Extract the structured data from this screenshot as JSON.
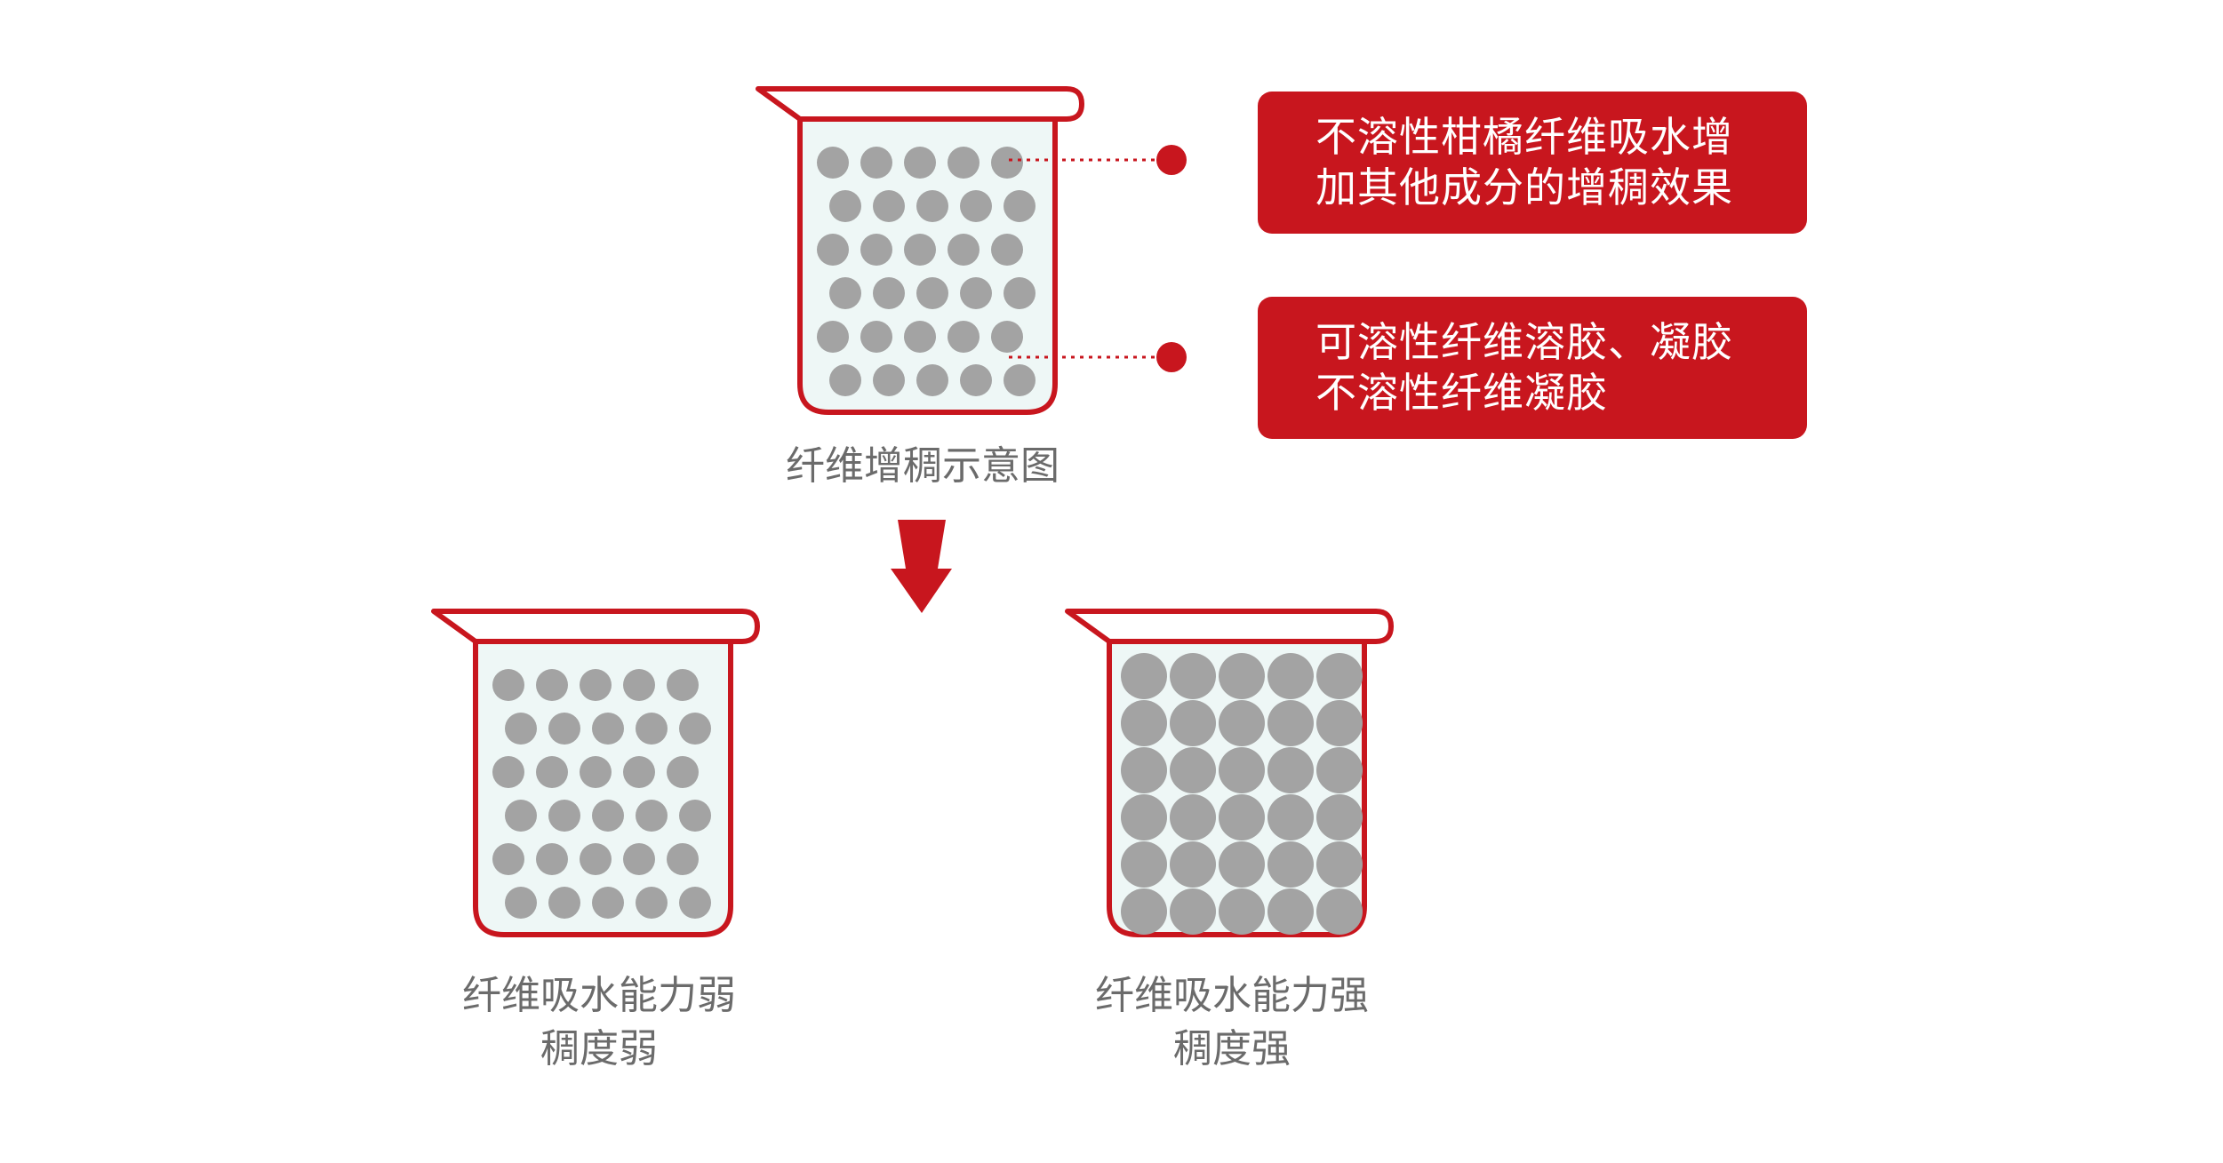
{
  "colors": {
    "accent": "#c8161e",
    "liquid": "#eef7f6",
    "particle": "#a3a3a3",
    "caption": "#6b6b6b"
  },
  "callouts": [
    {
      "lines": [
        "不溶性柑橘纤维吸水增",
        "加其他成分的增稠效果"
      ]
    },
    {
      "lines": [
        "可溶性纤维溶胶、凝胶",
        "不溶性纤维凝胶"
      ]
    }
  ],
  "captions": {
    "top": "纤维增稠示意图",
    "weak": [
      "纤维吸水能力弱",
      "稠度弱"
    ],
    "strong": [
      "纤维吸水能力强",
      "稠度强"
    ]
  },
  "beakers": [
    {
      "id": "top",
      "particles": {
        "rows": 6,
        "cols": 5,
        "size": "small"
      }
    },
    {
      "id": "weak",
      "particles": {
        "rows": 6,
        "cols": 5,
        "size": "small"
      }
    },
    {
      "id": "strong",
      "particles": {
        "rows": 6,
        "cols": 5,
        "size": "large"
      }
    }
  ],
  "icons": {
    "arrow": "down-arrow-icon",
    "pointer": "dotted-pointer-dot-icon"
  }
}
